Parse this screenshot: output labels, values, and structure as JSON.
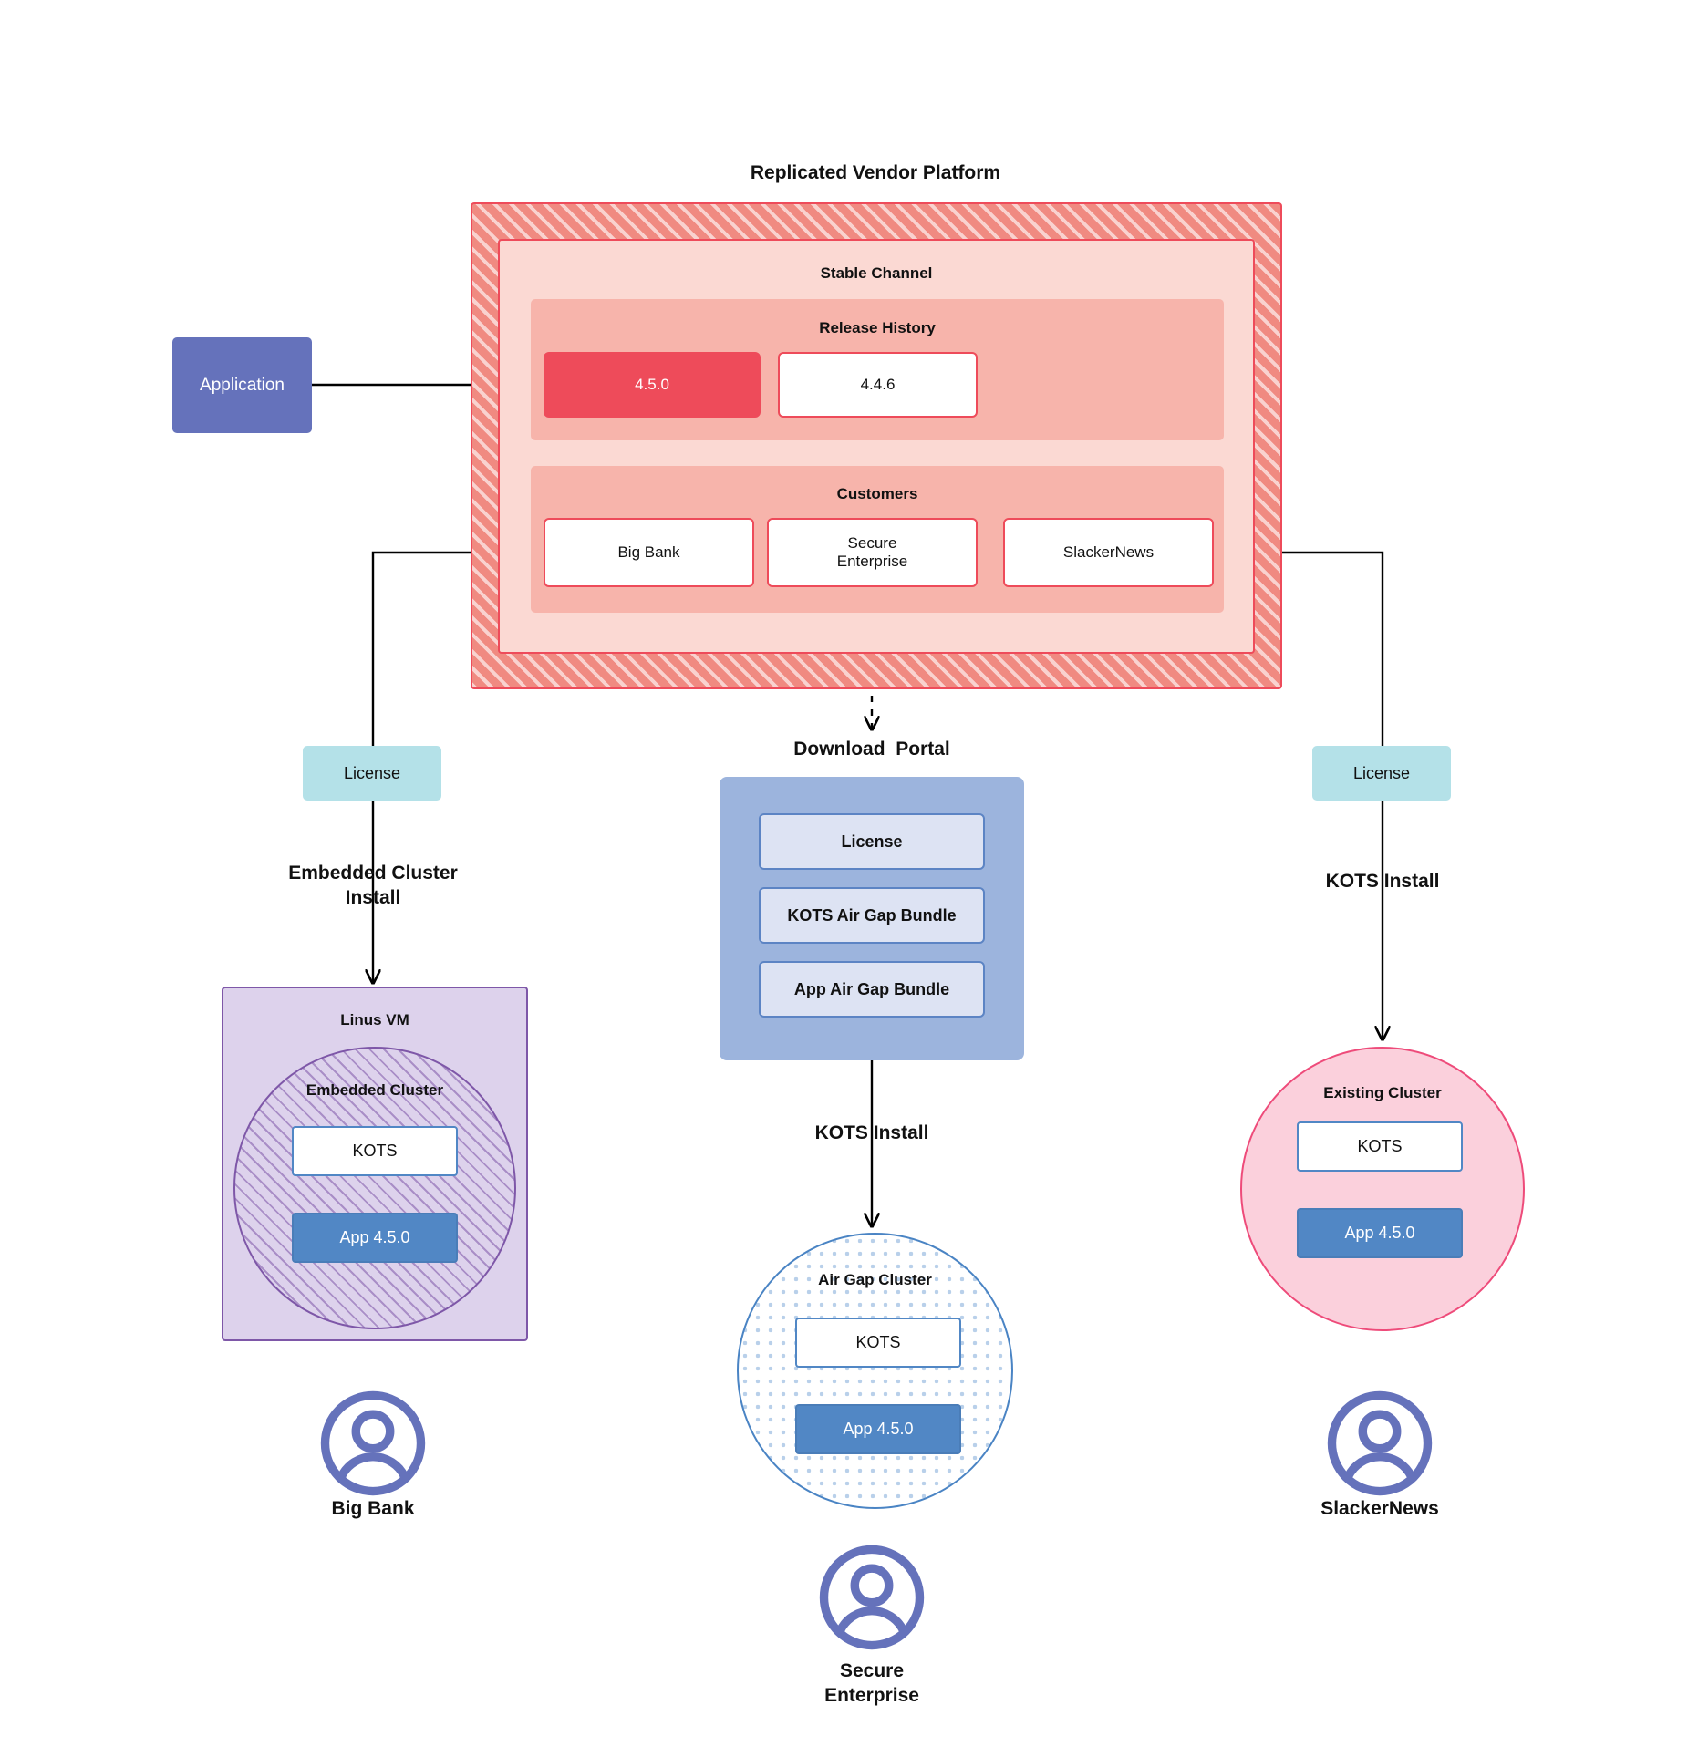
{
  "diagram": {
    "platform_title": "Replicated Vendor Platform",
    "channel_title": "Stable Channel",
    "release_history_title": "Release History",
    "customers_title": "Customers",
    "releases": [
      {
        "version": "4.5.0",
        "current": true
      },
      {
        "version": "4.4.6",
        "current": false
      }
    ],
    "customers": [
      {
        "name": "Big Bank"
      },
      {
        "name": "Secure\nEnterprise"
      },
      {
        "name": "SlackerNews"
      }
    ],
    "application_label": "Application",
    "license_left_label": "License",
    "license_right_label": "License",
    "portal_title": "Download  Portal",
    "portal_items": [
      "License",
      "KOTS Air Gap Bundle",
      "App Air Gap Bundle"
    ],
    "edges": {
      "left_install": "Embedded Cluster\nInstall",
      "center_install": "KOTS Install",
      "right_install": "KOTS Install"
    },
    "left_branch": {
      "vm_label": "Linus VM",
      "cluster_label": "Embedded Cluster",
      "kots_label": "KOTS",
      "app_label": "App 4.5.0",
      "persona": "Big Bank"
    },
    "center_branch": {
      "cluster_label": "Air Gap Cluster",
      "kots_label": "KOTS",
      "app_label": "App 4.5.0",
      "persona": "Secure\nEnterprise"
    },
    "right_branch": {
      "cluster_label": "Existing Cluster",
      "kots_label": "KOTS",
      "app_label": "App 4.5.0",
      "persona": "SlackerNews"
    },
    "icons": {
      "persona": "user-avatar-icon"
    },
    "colors": {
      "platform_hatch": "#f08a81",
      "platform_border": "#ee4b5a",
      "channel_bg": "#fbd9d3",
      "subpanel_bg": "#f7b4ab",
      "release_current": "#ee4b5a",
      "application": "#6572bb",
      "license": "#b4e1e8",
      "portal": "#9cb4dd",
      "portal_item": "#dde3f3",
      "vm": "#ddd2ec",
      "vm_border": "#7e57a8",
      "airgap_border": "#4a84c4",
      "existing_cluster": "#fbd0dc",
      "existing_border": "#ee4b7a",
      "kots_border": "#5187c5",
      "app_version": "#5187c5",
      "avatar": "#6572bb"
    }
  }
}
